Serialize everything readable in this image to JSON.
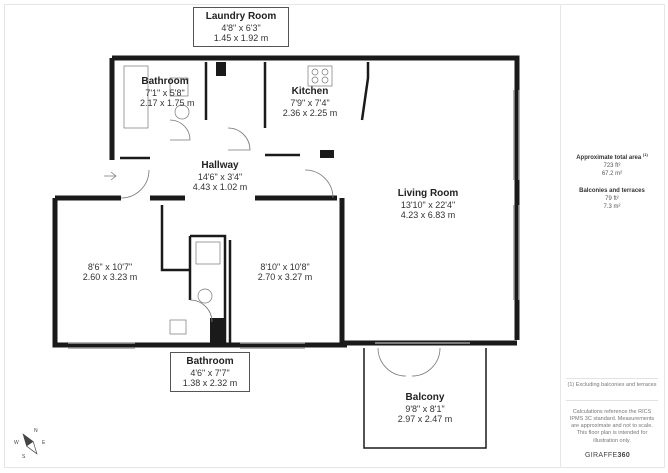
{
  "rooms": {
    "laundry": {
      "name": "Laundry Room",
      "dim_imperial": "4'8\" x 6'3\"",
      "dim_metric": "1.45 x 1.92 m"
    },
    "bathroom_top": {
      "name": "Bathroom",
      "dim_imperial": "7'1\" x 5'8\"",
      "dim_metric": "2.17 x 1.75 m"
    },
    "kitchen": {
      "name": "Kitchen",
      "dim_imperial": "7'9\" x 7'4\"",
      "dim_metric": "2.36 x 2.25 m"
    },
    "hallway": {
      "name": "Hallway",
      "dim_imperial": "14'6\" x 3'4\"",
      "dim_metric": "4.43 x 1.02 m"
    },
    "living": {
      "name": "Living Room",
      "dim_imperial": "13'10\" x 22'4\"",
      "dim_metric": "4.23 x 6.83 m"
    },
    "bedroom_left": {
      "dim_imperial": "8'6\" x 10'7\"",
      "dim_metric": "2.60 x 3.23 m"
    },
    "bedroom_mid": {
      "dim_imperial": "8'10\" x 10'8\"",
      "dim_metric": "2.70 x 3.27 m"
    },
    "bathroom_bottom": {
      "name": "Bathroom",
      "dim_imperial": "4'6\" x 7'7\"",
      "dim_metric": "1.38 x 2.32 m"
    },
    "balcony": {
      "name": "Balcony",
      "dim_imperial": "9'8\" x 8'1\"",
      "dim_metric": "2.97 x 2.47 m"
    }
  },
  "panel": {
    "total_area_title": "Approximate total area",
    "total_area_marker": "(1)",
    "total_area_ft": "723 ft²",
    "total_area_m": "67.2 m²",
    "balconies_title": "Balconies and terraces",
    "balconies_ft": "79 ft²",
    "balconies_m": "7.3 m²",
    "footnote": "(1) Excluding balconies and terraces",
    "disclaimer": "Calculations reference the RICS IPMS 3C standard. Measurements are approximate and not to scale. This floor plan is intended for illustration only.",
    "brand_prefix": "GIRAFFE",
    "brand_suffix": "360"
  },
  "compass": {
    "n": "N",
    "e": "E",
    "s": "S",
    "w": "W"
  },
  "colors": {
    "wall": "#1a1a1a",
    "line": "#555555",
    "window": "#9a9a9a"
  }
}
